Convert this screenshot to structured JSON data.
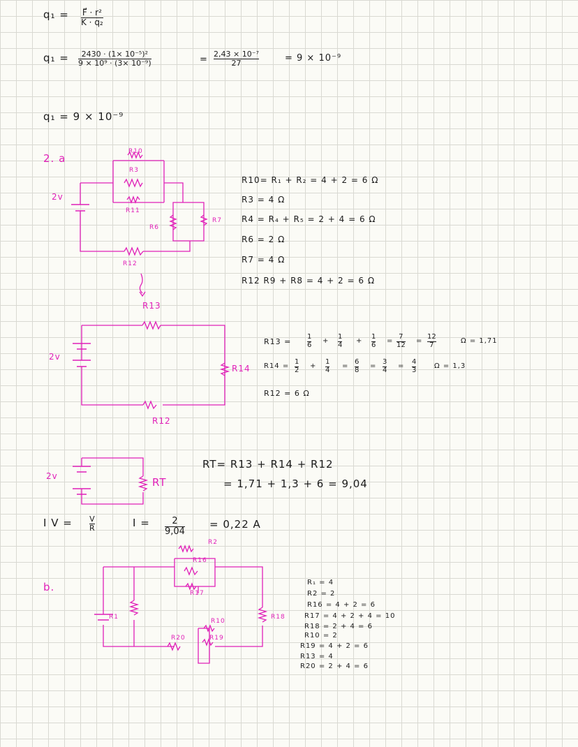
{
  "q_formula": {
    "lhs": "q₁ =",
    "num": "F⃗ · r²",
    "den": "K · q₂"
  },
  "q_calc": {
    "lhs": "q₁ =",
    "num1": "2430 · (1× 10⁻⁵)²",
    "den1": "9 × 10⁹ · (3× 10⁻⁹)",
    "eq1": "=",
    "num2": "2,43 × 10⁻⁷",
    "den2": "27",
    "eq2": "= 9 × 10⁻⁹"
  },
  "q_result": "q₁ = 9 × 10⁻⁹",
  "section_a": "2. a",
  "circuit1": {
    "voltage": "2v",
    "labels": [
      "R10",
      "R3",
      "R11",
      "R6",
      "R7",
      "R12"
    ]
  },
  "resistances_a": [
    "R10= R₁ + R₂ = 4 + 2 = 6 Ω",
    "R3 = 4 Ω",
    "R4 = R₄ + R₅ = 2 + 4 = 6 Ω",
    "R6 = 2 Ω",
    "R7 = 4 Ω",
    "R12 R9 + R8 = 4 + 2 = 6 Ω"
  ],
  "circuit2": {
    "voltage": "2v",
    "labels": [
      "R13",
      "R14",
      "R12"
    ]
  },
  "r13_calc": {
    "lhs": "R13 =",
    "f1": [
      "1",
      "6"
    ],
    "f2": [
      "1",
      "4"
    ],
    "f3": [
      "1",
      "6"
    ],
    "f4": [
      "7",
      "12"
    ],
    "f5": [
      "12",
      "7"
    ],
    "tail": "Ω = 1,71"
  },
  "r14_calc": {
    "lhs": "R14 =",
    "f1": [
      "1",
      "2"
    ],
    "f2": [
      "1",
      "4"
    ],
    "f3": [
      "6",
      "8"
    ],
    "f4": [
      "3",
      "4"
    ],
    "f5": [
      "4",
      "3"
    ],
    "tail": "Ω = 1,3"
  },
  "r12_value": "R12 = 6 Ω",
  "circuit3": {
    "voltage": "2v",
    "label": "RT"
  },
  "rt_line1": "RT= R13 + R14 + R12",
  "rt_line2": "= 1,71 + 1,3 + 6 = 9,04",
  "ohm": {
    "law_lhs": "I V =",
    "law_num": "V",
    "law_den": "R",
    "calc_lhs": "I =",
    "calc_num": "2",
    "calc_den": "9,04",
    "result": "= 0,22 A"
  },
  "section_b": "b.",
  "circuit4": {
    "labels": [
      "R2",
      "R16",
      "R17",
      "R1",
      "R20",
      "R10",
      "R19",
      "R18"
    ]
  },
  "resistances_b": [
    "R₁ = 4",
    "R2 = 2",
    "R16 = 4 + 2 = 6",
    "R17 = 4 + 2 + 4 = 10",
    "R18 = 2 + 4 = 6",
    "R10 = 2",
    "R19 = 4 + 2 = 6",
    "R13 = 4",
    "R20 = 2 + 4 = 6"
  ]
}
